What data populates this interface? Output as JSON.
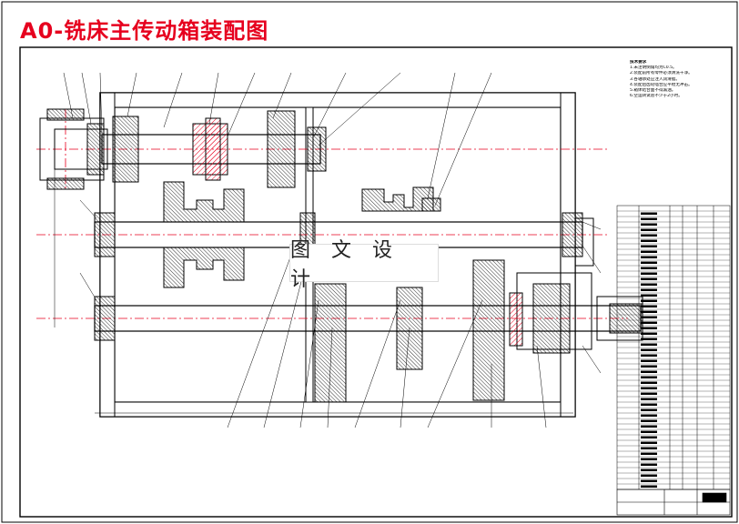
{
  "title": "A0-铣床主传动箱装配图",
  "watermark": "图 文 设 计",
  "notes": {
    "heading": "技术要求",
    "lines": [
      "1.未注明倒角均为C0.5。",
      "2.装配前所有零件必须清洗干净。",
      "3.各轴承处应注入润滑脂。",
      "4.装配后齿轮啮合应平稳无冲击。",
      "5.箱体结合面不得漏油。",
      "6.空运转试验不少于2小时。"
    ]
  },
  "colors": {
    "title": "#e6001e",
    "outline": "#000000",
    "centerline": "#e6001e",
    "hatch": "#e6001e"
  }
}
